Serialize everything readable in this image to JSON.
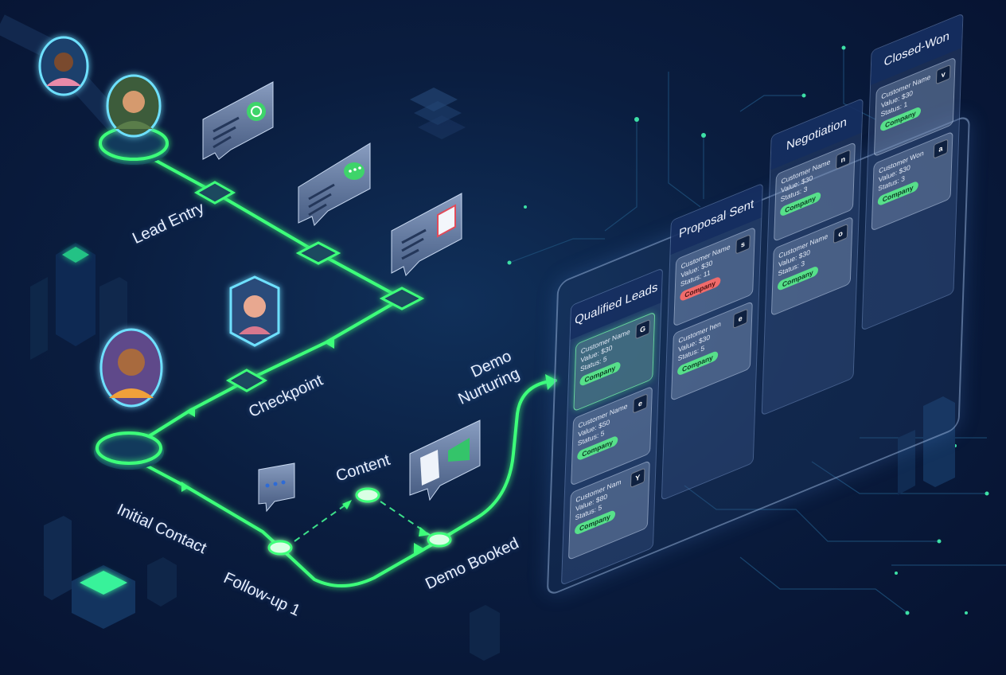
{
  "flow": {
    "labels": {
      "lead_entry": "Lead Entry",
      "checkpoint": "Checkpoint",
      "initial_contact": "Initial Contact",
      "follow_up": "Follow-up 1",
      "content": "Content",
      "demo_booked": "Demo Booked",
      "demo_nurturing": "Demo\nNurturing"
    },
    "icons": [
      "whatsapp-icon",
      "chat-bubble-icon",
      "calendar-icon",
      "message-dots-icon",
      "megaphone-icon",
      "document-icon"
    ]
  },
  "board": {
    "columns": [
      {
        "title": "Qualified Leads",
        "cards": [
          {
            "name": "Customer Name",
            "value": "Value: $30",
            "status": "Status: 5",
            "tag": "Company",
            "logo": "G",
            "highlight": true,
            "tag_color": "#57e08a"
          },
          {
            "name": "Customer Name",
            "value": "Value: $50",
            "status": "Status: 5",
            "tag": "Company",
            "logo": "e",
            "highlight": false,
            "tag_color": "#57e08a"
          },
          {
            "name": "Customer Nam",
            "value": "Value: $80",
            "status": "Status: 5",
            "tag": "Company",
            "logo": "Y",
            "highlight": false,
            "tag_color": "#57e08a"
          }
        ]
      },
      {
        "title": "Proposal Sent",
        "cards": [
          {
            "name": "Customer Name",
            "value": "Value: $30",
            "status": "Status: 11",
            "tag": "Company",
            "logo": "s",
            "highlight": false,
            "tag_color": "#f06b6b"
          },
          {
            "name": "Customer hen",
            "value": "Value: $30",
            "status": "Status: 5",
            "tag": "Company",
            "logo": "e",
            "highlight": false,
            "tag_color": "#57e08a"
          }
        ]
      },
      {
        "title": "Negotiation",
        "cards": [
          {
            "name": "Customer Name",
            "value": "Value: $30",
            "status": "Status: 3",
            "tag": "Company",
            "logo": "n",
            "highlight": false,
            "tag_color": "#57e08a"
          },
          {
            "name": "Customer Name",
            "value": "Value: $30",
            "status": "Status: 3",
            "tag": "Company",
            "logo": "o",
            "highlight": false,
            "tag_color": "#57e08a"
          }
        ]
      },
      {
        "title": "Closed-Won",
        "cards": [
          {
            "name": "Customer Name",
            "value": "Value: $30",
            "status": "Status: 1",
            "tag": "Company",
            "logo": "v",
            "highlight": false,
            "tag_color": "#57e08a"
          },
          {
            "name": "Customer Won",
            "value": "Value: $30",
            "status": "Status: 3",
            "tag": "Company",
            "logo": "a",
            "highlight": false,
            "tag_color": "#57e08a"
          }
        ]
      }
    ]
  },
  "colors": {
    "glow_green": "#3dff7a",
    "panel_blue": "#14305c",
    "bg_dark": "#0a1d3f"
  }
}
